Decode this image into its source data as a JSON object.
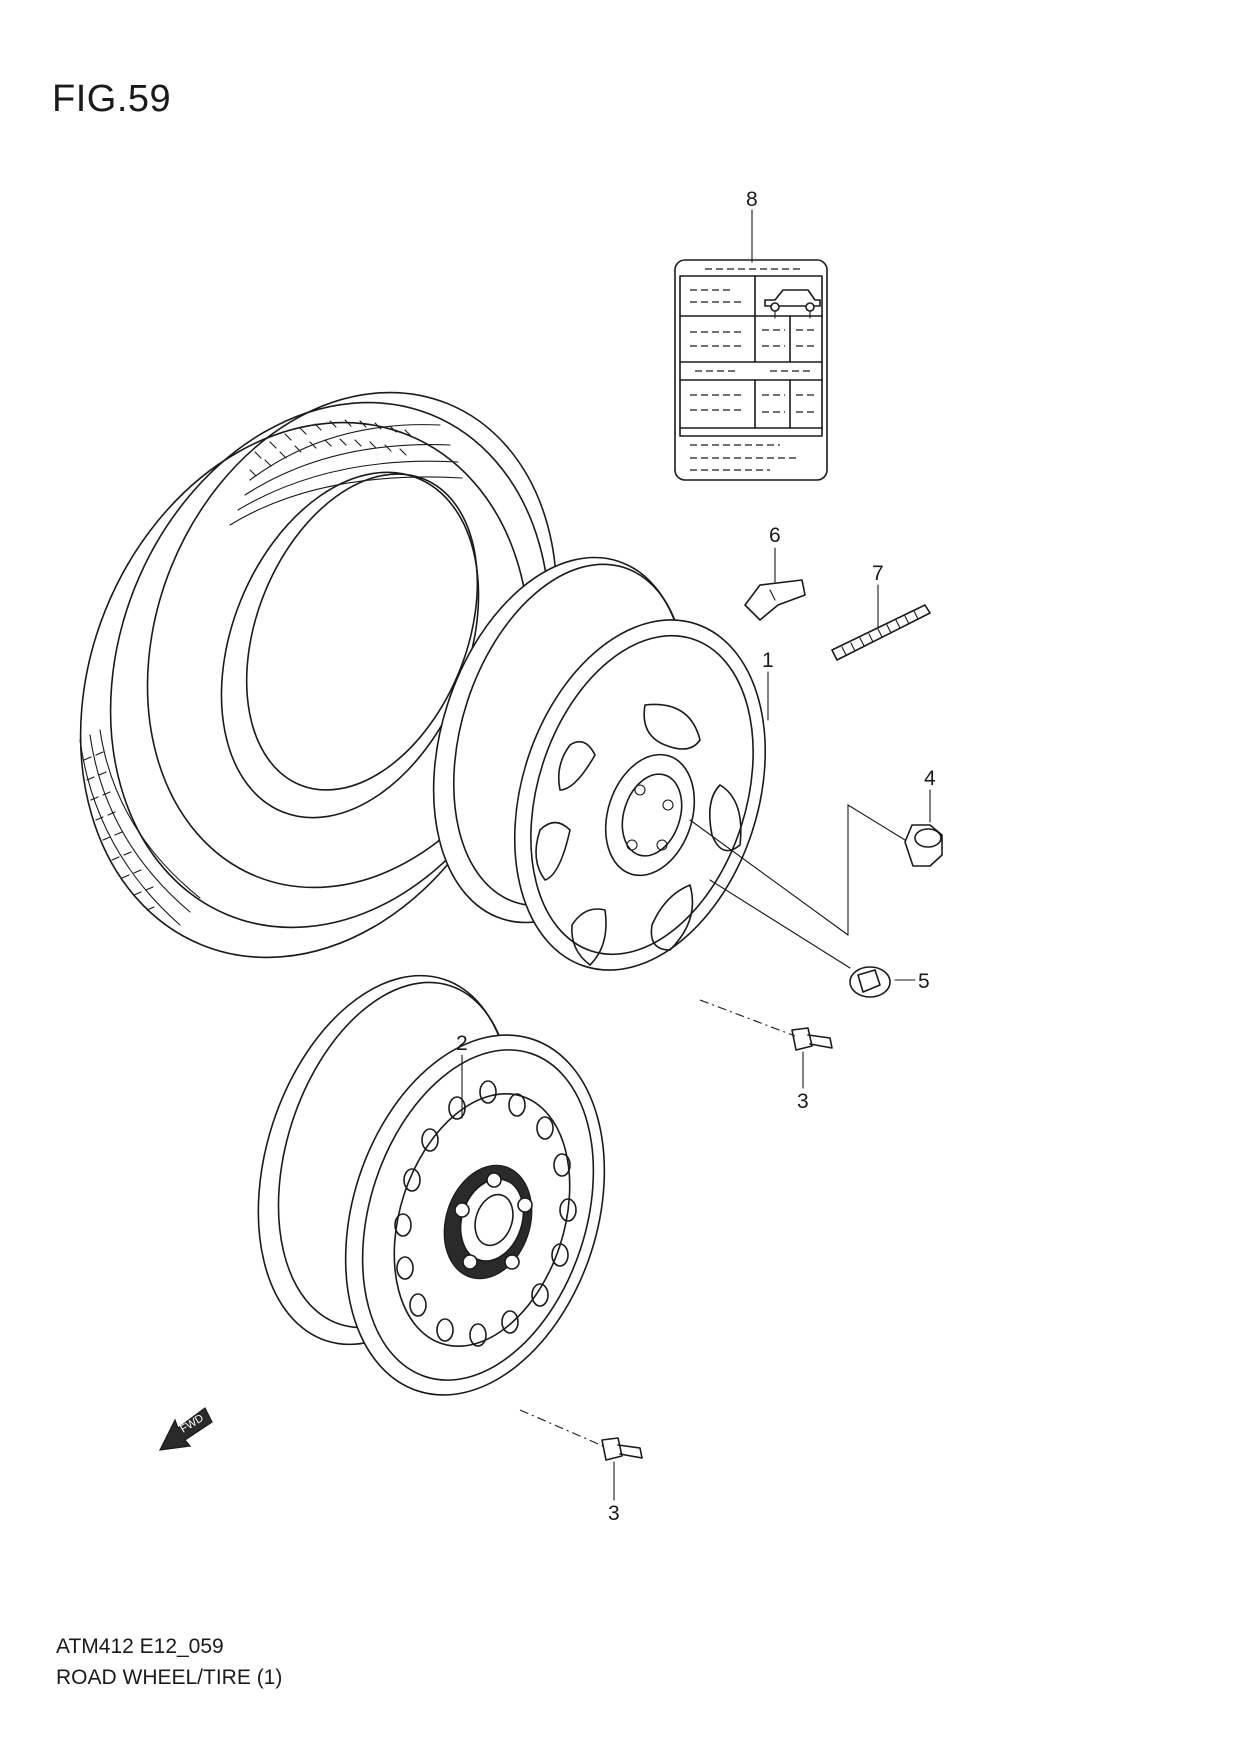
{
  "figure_label": "FIG.59",
  "callouts": {
    "wheel_alloy": "1",
    "wheel_steel": "2",
    "valve_upper": "3",
    "valve_lower": "3",
    "nut": "4",
    "center_cap": "5",
    "balance_weight_clip": "6",
    "balance_weight_strip": "7",
    "tire_label": "8"
  },
  "footer": {
    "code": "ATM412 E12_059",
    "title": "ROAD WHEEL/TIRE (1)"
  },
  "fwd_arrow": "FWD",
  "icons": [
    "fwd-arrow-icon",
    "car-icon"
  ]
}
